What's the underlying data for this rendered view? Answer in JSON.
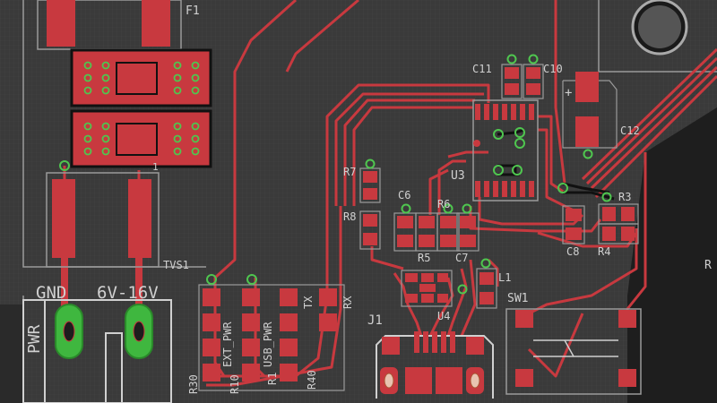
{
  "editor": {
    "view": "PCB board layout",
    "colors": {
      "background": "#3a3a3a",
      "grid": "#4a4a4a",
      "copper_top": "#c8393f",
      "silkscreen": "#d0d0d0",
      "outline": "#9a9a9a",
      "via_ring": "#4fc64f",
      "pad_green": "#3fb73f",
      "board_fill": "#222222"
    }
  },
  "labels": {
    "f1": "F1",
    "c11": "C11",
    "c10": "C10",
    "c12": "C12",
    "u3": "U3",
    "r7": "R7",
    "r8": "R8",
    "c6": "C6",
    "r6": "R6",
    "r3": "R3",
    "c8": "C8",
    "r4": "R4",
    "r5": "R5",
    "c7": "C7",
    "l1": "L1",
    "u4": "U4",
    "j1": "J1",
    "sw1": "SW1",
    "tvs1": "TVS1",
    "d1": "1",
    "gnd": "GND",
    "voltage": "6V-16V",
    "pwr": "PWR",
    "ext_pwr": "EXT_PWR",
    "usb_pwr": "USB_PWR",
    "tx": "TX",
    "rx": "RX",
    "r30": "R30",
    "r10": "R10",
    "r1": "R1",
    "r40": "R40",
    "r_edge": "R"
  }
}
